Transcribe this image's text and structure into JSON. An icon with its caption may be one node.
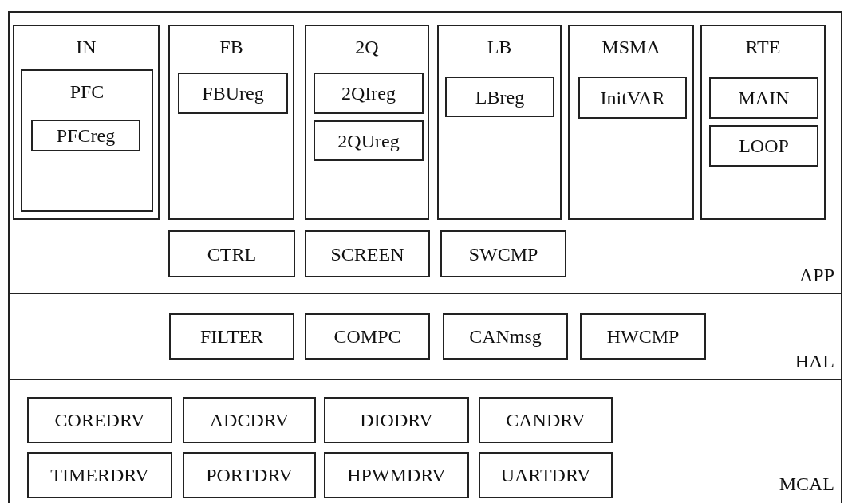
{
  "diagram": {
    "nodes": [
      {
        "text": [
          "APP"
        ]
      },
      {
        "text": [
          "IN"
        ],
        "in": 0
      },
      {
        "text": [
          "PFC"
        ],
        "in": 1
      },
      {
        "text": [
          "PFCreg"
        ],
        "in": 2
      },
      {
        "text": [
          "FB"
        ],
        "in": 0
      },
      {
        "text": [
          "FBUreg"
        ],
        "in": 4
      },
      {
        "text": [
          "2Q"
        ],
        "in": 0
      },
      {
        "text": [
          "2QIreg"
        ],
        "in": 6
      },
      {
        "text": [
          "2QUreg"
        ],
        "in": 6
      },
      {
        "text": [
          "LB"
        ],
        "in": 0
      },
      {
        "text": [
          "LBreg"
        ],
        "in": 9
      },
      {
        "text": [
          "MSMA"
        ],
        "in": 0
      },
      {
        "text": [
          "InitVAR"
        ],
        "in": 11
      },
      {
        "text": [
          "RTE"
        ],
        "in": 0
      },
      {
        "text": [
          "MAIN"
        ],
        "in": 13
      },
      {
        "text": [
          "LOOP"
        ],
        "in": 13
      },
      {
        "text": [
          "CTRL"
        ],
        "in": 0
      },
      {
        "text": [
          "SCREEN"
        ],
        "in": 0
      },
      {
        "text": [
          "SWCMP"
        ],
        "in": 0
      },
      {
        "text": [
          "HAL"
        ]
      },
      {
        "text": [
          "FILTER"
        ],
        "in": 19
      },
      {
        "text": [
          "COMPC"
        ],
        "in": 19
      },
      {
        "text": [
          "CANmsg"
        ],
        "in": 19
      },
      {
        "text": [
          "HWCMP"
        ],
        "in": 19
      },
      {
        "text": [
          "MCAL"
        ]
      },
      {
        "text": [
          "COREDRV"
        ],
        "in": 24
      },
      {
        "text": [
          "ADCDRV"
        ],
        "in": 24
      },
      {
        "text": [
          "DIODRV"
        ],
        "in": 24
      },
      {
        "text": [
          "CANDRV"
        ],
        "in": 24
      },
      {
        "text": [
          "TIMERDRV"
        ],
        "in": 24
      },
      {
        "text": [
          "PORTDRV"
        ],
        "in": 24
      },
      {
        "text": [
          "HPWMDRV"
        ],
        "in": 24
      },
      {
        "text": [
          "UARTDRV"
        ],
        "in": 24
      }
    ],
    "edges": []
  }
}
